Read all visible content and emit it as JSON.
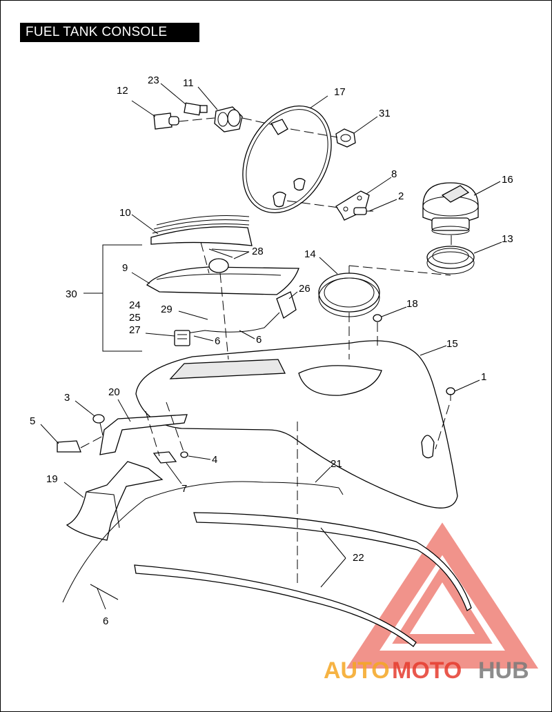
{
  "title": "FUEL TANK CONSOLE",
  "callouts": {
    "c1": "1",
    "c2": "2",
    "c3": "3",
    "c4": "4",
    "c5": "5",
    "c6a": "6",
    "c6b": "6",
    "c6c": "6",
    "c7": "7",
    "c8": "8",
    "c9": "9",
    "c10": "10",
    "c11": "11",
    "c12": "12",
    "c13": "13",
    "c14": "14",
    "c15": "15",
    "c16": "16",
    "c17": "17",
    "c18": "18",
    "c19": "19",
    "c20": "20",
    "c21": "21",
    "c22": "22",
    "c23": "23",
    "c24": "24",
    "c25": "25",
    "c26": "26",
    "c27": "27",
    "c28": "28",
    "c29": "29",
    "c30": "30",
    "c31": "31"
  },
  "watermark": {
    "part1": "AUTO",
    "part2": "MOTO",
    "part3": "HUB",
    "color_red": "#e63b2e",
    "color_orange": "#f5a623",
    "color_grey": "#7a7a7a"
  }
}
